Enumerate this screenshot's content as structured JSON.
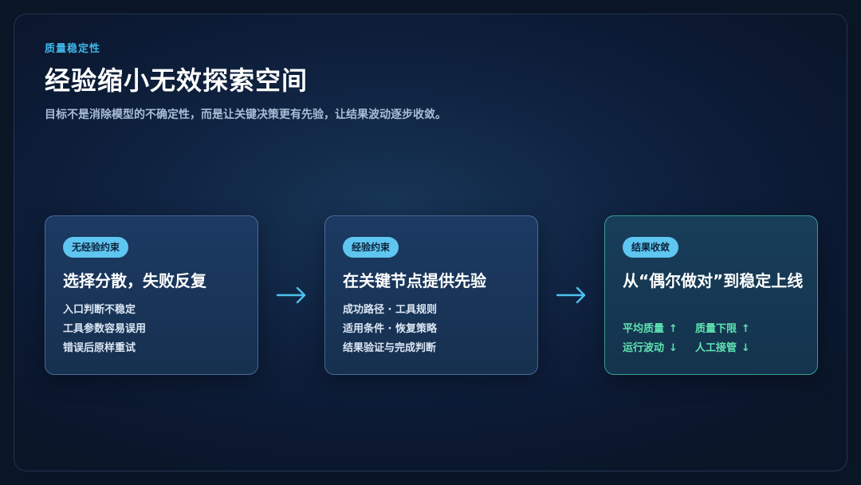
{
  "header": {
    "eyebrow": "质量稳定性",
    "title": "经验缩小无效探索空间",
    "subtitle": "目标不是消除模型的不确定性，而是让关键决策更有先验，让结果波动逐步收敛。"
  },
  "cards": [
    {
      "badge": "无经验约束",
      "title": "选择分散，失败反复",
      "items": [
        "入口判断不稳定",
        "工具参数容易误用",
        "错误后原样重试"
      ]
    },
    {
      "badge": "经验约束",
      "title": "在关键节点提供先验",
      "items": [
        "成功路径 · 工具规则",
        "适用条件 · 恢复策略",
        "结果验证与完成判断"
      ]
    },
    {
      "badge": "结果收敛",
      "title": "从“偶尔做对”到稳定上线",
      "metrics": [
        {
          "label": "平均质量",
          "arrow": "↑"
        },
        {
          "label": "质量下限",
          "arrow": "↑"
        },
        {
          "label": "运行波动",
          "arrow": "↓"
        },
        {
          "label": "人工接管",
          "arrow": "↓"
        }
      ]
    }
  ],
  "colors": {
    "accent": "#3fb6ea",
    "badge": "#5ec6f0",
    "metric_green": "#5fe3b3",
    "arrow": "#4cc3f0"
  },
  "icons": {
    "flow_arrow": "right-arrow-icon"
  }
}
